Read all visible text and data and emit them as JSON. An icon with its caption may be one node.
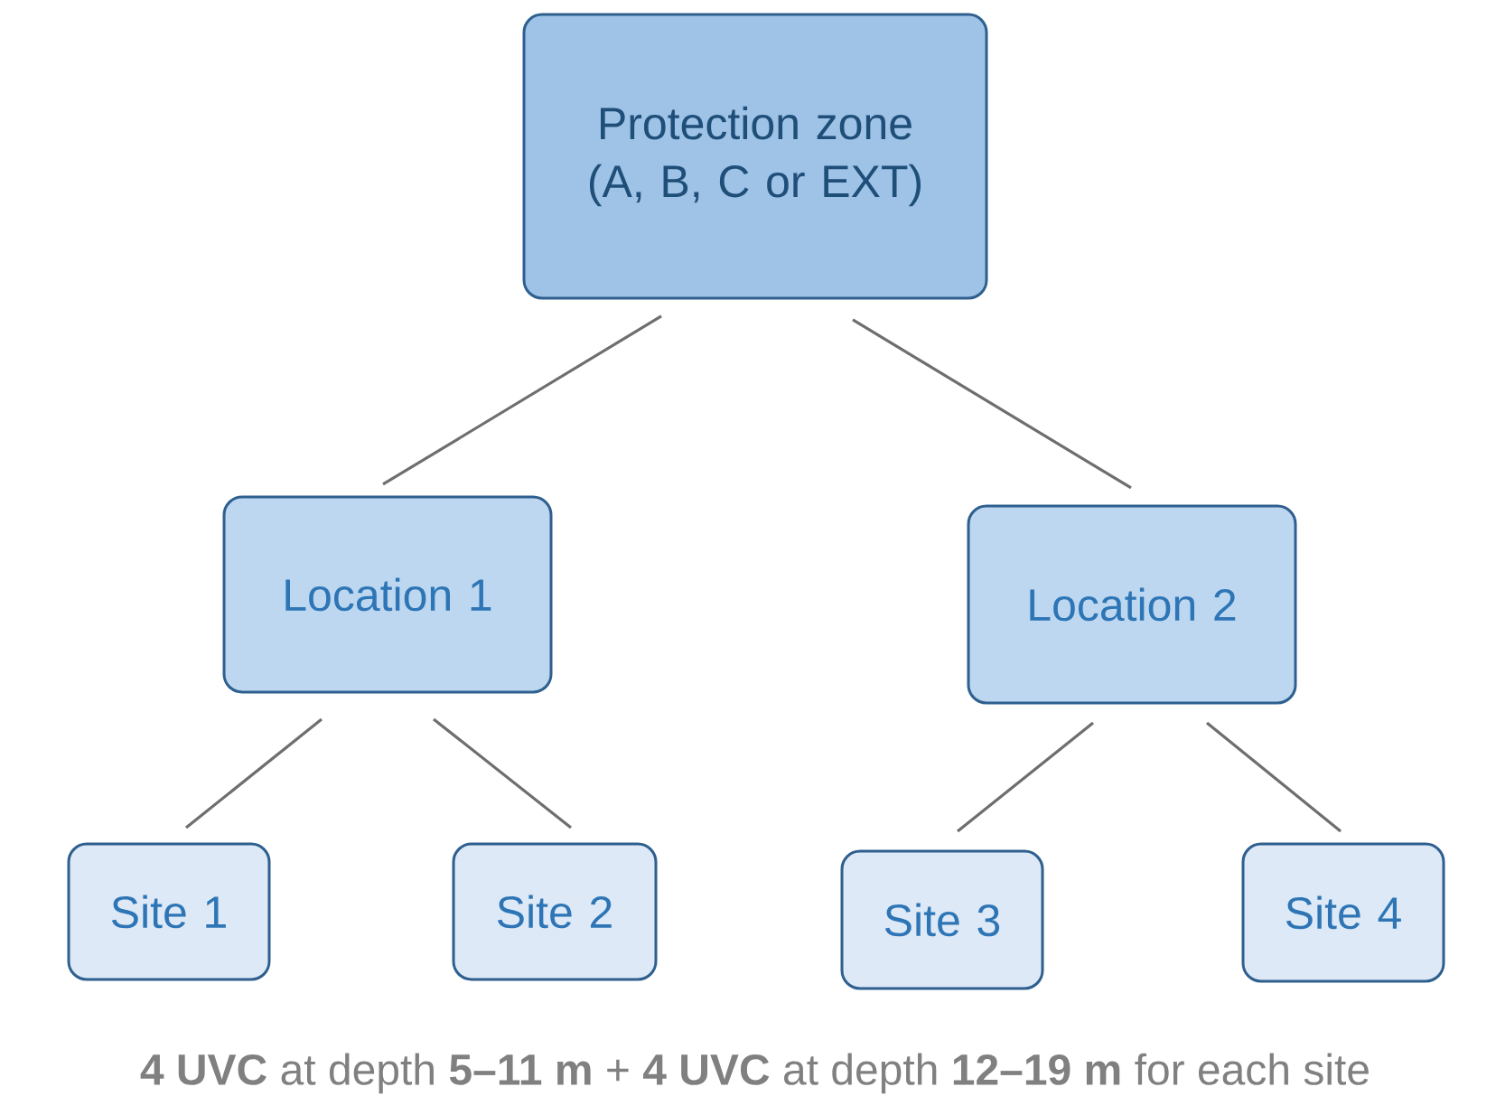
{
  "diagram": {
    "nodes": [
      {
        "text": [
          "Protection zone (A, B, C or EXT)"
        ]
      },
      {
        "text": [
          "Location 1"
        ]
      },
      {
        "text": [
          "Location 2"
        ]
      },
      {
        "text": [
          "Site 1"
        ]
      },
      {
        "text": [
          "Site 2"
        ]
      },
      {
        "text": [
          "Site 3"
        ]
      },
      {
        "text": [
          "Site 4"
        ]
      }
    ],
    "edges": [
      {
        "from": 0,
        "to": 1,
        "arrow": "none"
      },
      {
        "from": 0,
        "to": 2,
        "arrow": "none"
      },
      {
        "from": 1,
        "to": 3,
        "arrow": "none"
      },
      {
        "from": 1,
        "to": 4,
        "arrow": "none"
      },
      {
        "from": 2,
        "to": 5,
        "arrow": "none"
      },
      {
        "from": 2,
        "to": 6,
        "arrow": "none"
      }
    ],
    "labels": [
      "**4 UVC** at depth **5–11 m** + **4 UVC** at depth **12–19 m** for each site"
    ]
  }
}
